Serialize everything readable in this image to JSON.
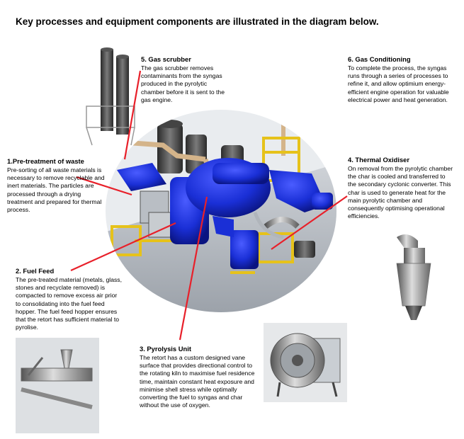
{
  "title": "Key processes and equipment components are illustrated in the diagram below.",
  "sections": {
    "pretreatment": {
      "heading": "1.Pre-treatment of waste",
      "text": "Pre-sorting of all waste materials is necessary to remove recyclable and inert materials. The particles are processed through a drying treatment and prepared for thermal process."
    },
    "fuel_feed": {
      "heading": "2. Fuel Feed",
      "text": "The pre-treated material (metals, glass, stones and recyclate removed) is compacted to remove excess air prior to consolidating into the fuel feed hopper. The fuel feed hopper ensures that the retort has sufficient material to pyrolise."
    },
    "pyrolysis": {
      "heading": "3. Pyrolysis Unit",
      "text": "The retort has a custom designed vane surface that provides directional control to the rotating kiln to maximise fuel residence time, maintain constant heat exposure and minimise shell stress while optimally converting the fuel to syngas and char without the use of oxygen."
    },
    "thermal_oxidiser": {
      "heading": "4. Thermal Oxidiser",
      "text": "On removal from the pyrolytic chamber the char is cooled and transferred to the secondary cyclonic converter. This char is used to generate heat for the main pyrolytic chamber and consequently optimising operational efficiencies."
    },
    "gas_scrubber": {
      "heading": "5. Gas scrubber",
      "text": "The gas scrubber removes contaminants from the syngas produced in the pyrolytic chamber before it is sent to the gas engine."
    },
    "gas_conditioning": {
      "heading": "6. Gas Conditioning",
      "text": "To complete the process, the syngas runs through a series of processes to refine it, and allow optimium energy-efficient engine operation for valuable electrical power and heat generation."
    }
  },
  "colors": {
    "callout_line": "#e8202a",
    "vessel_blue": "#1a2fd6",
    "frame_yellow": "#e6c21a"
  }
}
